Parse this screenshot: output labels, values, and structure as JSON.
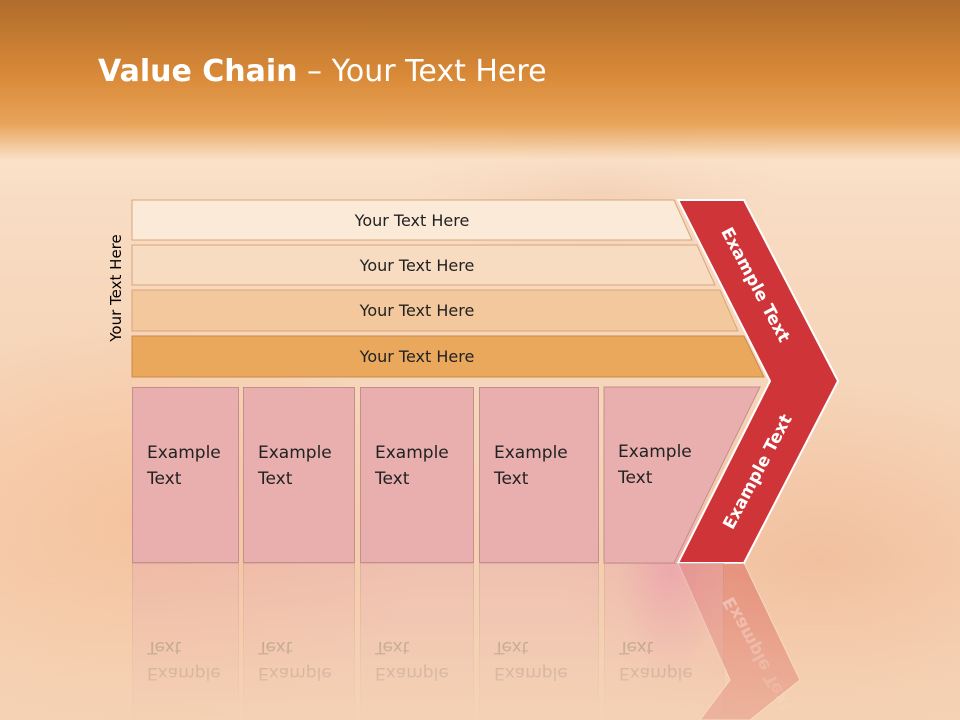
{
  "title": {
    "bold": "Value Chain",
    "rest": " – Your Text Here"
  },
  "side_label": "Your Text Here",
  "layers": [
    {
      "label": "Your Text Here",
      "color": "#fcead9"
    },
    {
      "label": "Your Text Here",
      "color": "#f8dcc1"
    },
    {
      "label": "Your Text Here",
      "color": "#f3c89d"
    },
    {
      "label": "Your Text Here",
      "color": "#eaa85d"
    }
  ],
  "boxes": [
    {
      "line1": "Example",
      "line2": "Text"
    },
    {
      "line1": "Example",
      "line2": "Text"
    },
    {
      "line1": "Example",
      "line2": "Text"
    },
    {
      "line1": "Example",
      "line2": "Text"
    },
    {
      "line1": "Example",
      "line2": "Text"
    }
  ],
  "chevron": {
    "upper_label": "Example Text",
    "lower_label": "Example Text",
    "color": "#cf3538"
  },
  "colors": {
    "box_fill": "#e9aeae",
    "header": "#d98a38"
  }
}
